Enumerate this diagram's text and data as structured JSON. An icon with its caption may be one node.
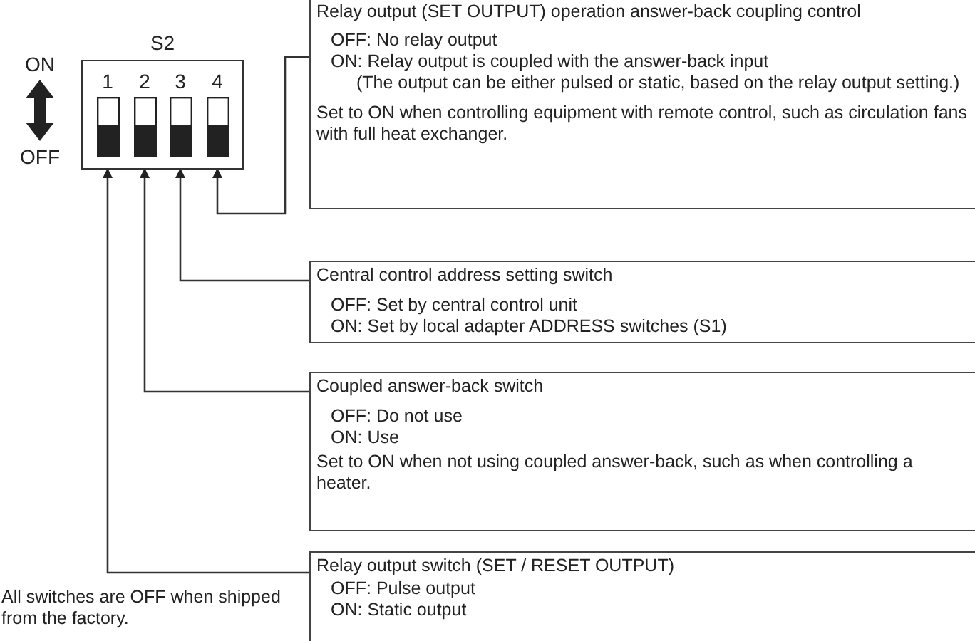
{
  "diagram": {
    "nodes": [
      {
        "text": [
          "S2"
        ]
      },
      {
        "text": [
          "1"
        ],
        "in": 0
      },
      {
        "text": [
          "2"
        ],
        "in": 0
      },
      {
        "text": [
          "3"
        ],
        "in": 0
      },
      {
        "text": [
          "4"
        ],
        "in": 0
      },
      {
        "text": [
          "Relay output (SET OUTPUT) operation answer-back coupling control",
          "OFF: No relay output",
          "ON: Relay output is coupled with the answer-back input",
          "(The output can be either pulsed or static, based on the relay output setting.)",
          "Set to ON when controlling equipment with remote control, such as circulation fans with full heat exchanger."
        ]
      },
      {
        "text": [
          "Central control address setting switch",
          "OFF: Set by central control unit",
          "ON: Set by local adapter ADDRESS switches (S1)"
        ]
      },
      {
        "text": [
          "Coupled answer-back switch",
          "OFF: Do not use",
          "ON: Use",
          "Set to ON when not using coupled answer-back, such as when controlling a heater."
        ]
      },
      {
        "text": [
          "Relay output switch (SET / RESET OUTPUT)",
          "OFF: Pulse output",
          "ON: Static output"
        ]
      }
    ],
    "edges": [
      {
        "from": 5,
        "to": 4,
        "arrow": "to"
      },
      {
        "from": 6,
        "to": 3,
        "arrow": "to"
      },
      {
        "from": 7,
        "to": 2,
        "arrow": "to"
      },
      {
        "from": 8,
        "to": 1,
        "arrow": "to"
      }
    ],
    "labels": [
      "ON",
      "OFF",
      "All switches are OFF when shipped from the factory."
    ]
  }
}
